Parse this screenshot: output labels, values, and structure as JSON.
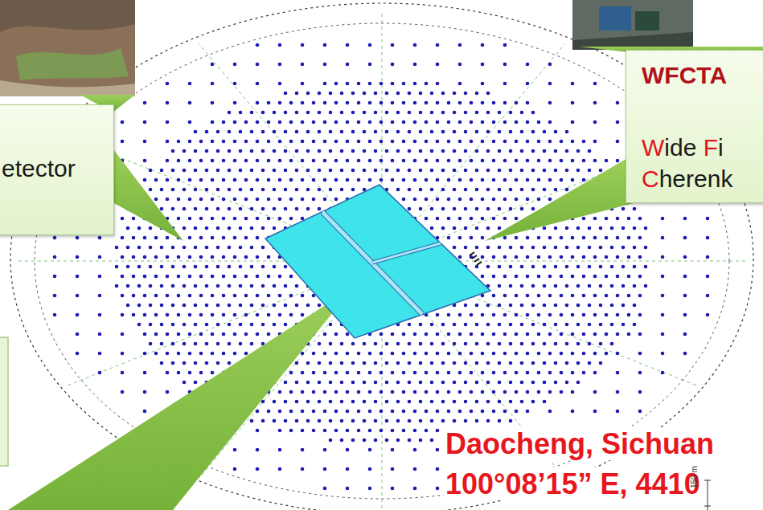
{
  "diagram": {
    "nodes": [
      {
        "text": [
          "etector"
        ]
      },
      {
        "text": [
          "WFCTA",
          "Wide Fi Cherenk"
        ]
      }
    ],
    "labels": [
      "Daocheng, Sichuan",
      "100°08’15” E, 4410",
      "150 m"
    ]
  }
}
